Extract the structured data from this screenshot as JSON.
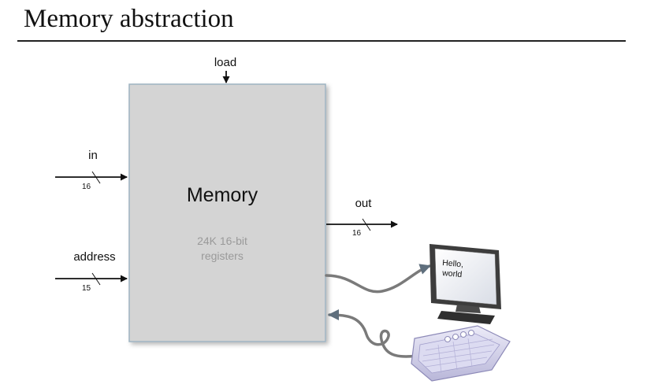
{
  "slide": {
    "title": "Memory abstraction"
  },
  "memory": {
    "label": "Memory",
    "description_line1": "24K 16-bit",
    "description_line2": "registers"
  },
  "inputs": {
    "load_label": "load",
    "in_label": "in",
    "in_width": "16",
    "address_label": "address",
    "address_width": "15"
  },
  "outputs": {
    "out_label": "out",
    "out_width": "16"
  },
  "screen": {
    "line1": "Hello,",
    "line2": "world"
  },
  "colors": {
    "memory_fill": "#d4d4d4",
    "memory_border": "#9eb3c2",
    "cable": "#7a7a7a"
  }
}
